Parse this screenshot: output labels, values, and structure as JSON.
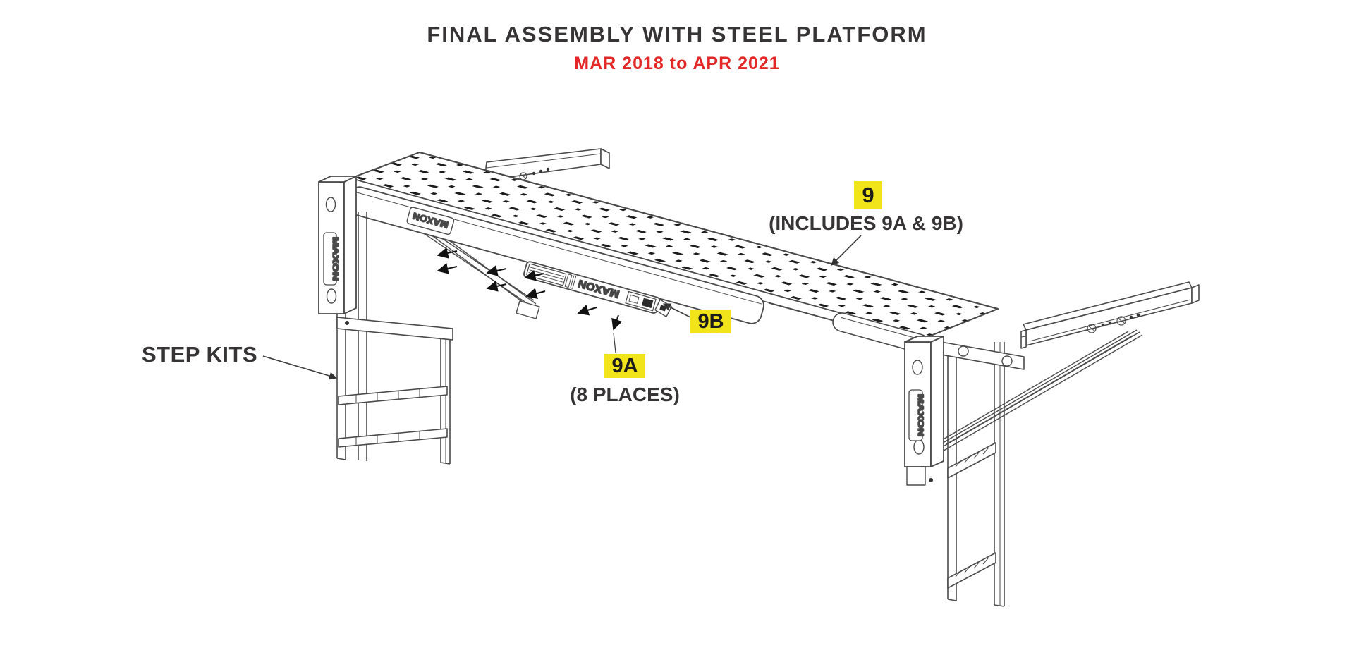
{
  "title": "FINAL ASSEMBLY WITH STEEL PLATFORM",
  "subtitle": "MAR 2018 to APR 2021",
  "colors": {
    "title_ink": "#363435",
    "subtitle_red": "#e32726",
    "highlight_yellow": "#f2e41b",
    "line_gray": "#4a4a4a",
    "perforation_ink": "#1d1d1d"
  },
  "labels": {
    "step_kits": "STEP KITS",
    "item_9": {
      "badge": "9",
      "note": "(INCLUDES 9A & 9B)"
    },
    "item_9a": {
      "badge": "9A",
      "note": "(8 PLACES)"
    },
    "item_9b": {
      "badge": "9B"
    },
    "brand": "MAXON"
  }
}
